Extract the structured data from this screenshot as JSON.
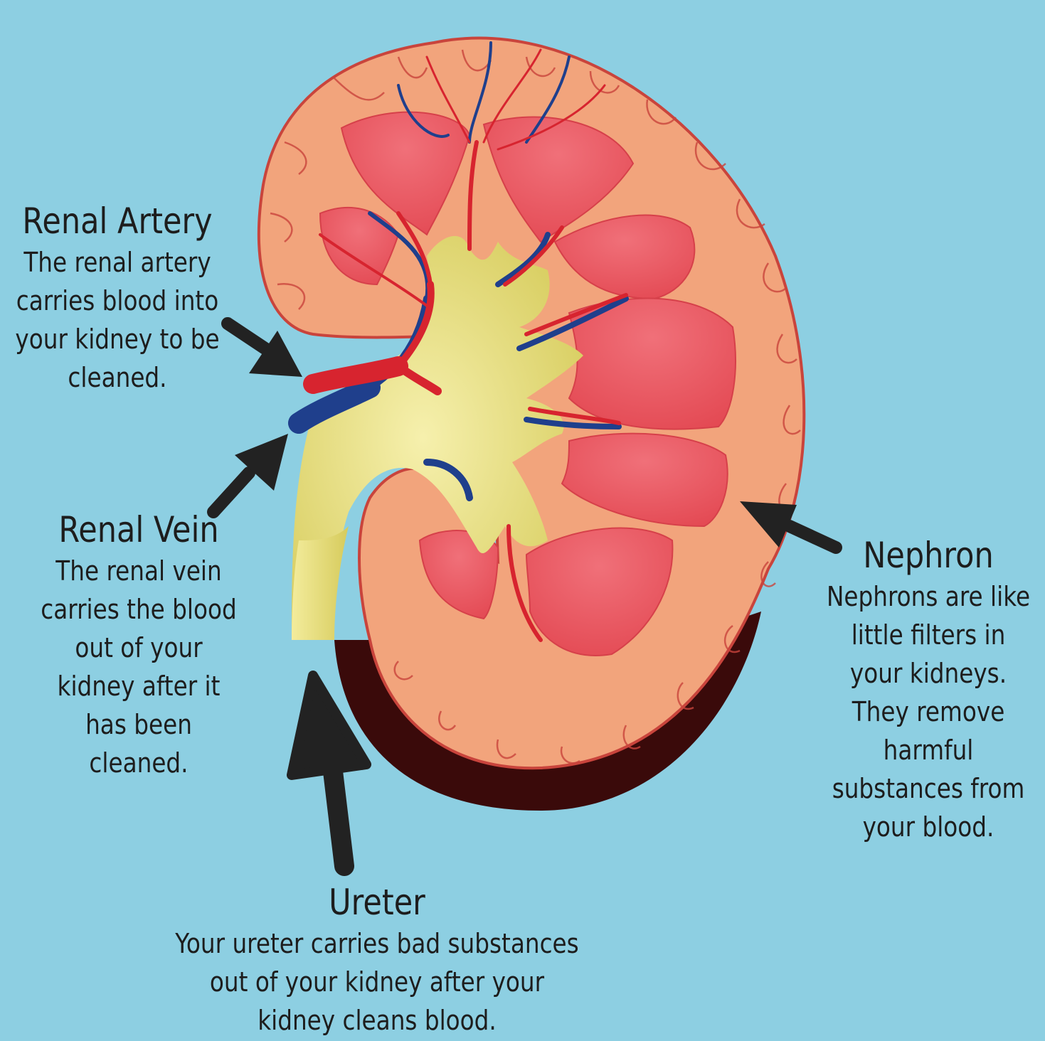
{
  "labels": {
    "renal_artery": {
      "title": "Renal Artery",
      "description": "The renal artery carries blood into your kidney to be cleaned."
    },
    "renal_vein": {
      "title": "Renal Vein",
      "description": "The renal vein carries the blood out of your kidney after it has been cleaned."
    },
    "nephron": {
      "title": "Nephron",
      "description": "Nephrons are like little filters in your kidneys. They remove harmful substances from your blood."
    },
    "ureter": {
      "title": "Ureter",
      "description": "Your ureter carries bad substances out of your kidney after your kidney cleans blood."
    }
  },
  "colors": {
    "background": "#8dcfe2",
    "cortex": "#f2a47c",
    "pyramid": "#ec5d66",
    "pelvis": "#e9e28a",
    "artery": "#d7242f",
    "vein": "#1f3f8c",
    "shadow": "#3a0a0a",
    "arrow": "#222222"
  }
}
